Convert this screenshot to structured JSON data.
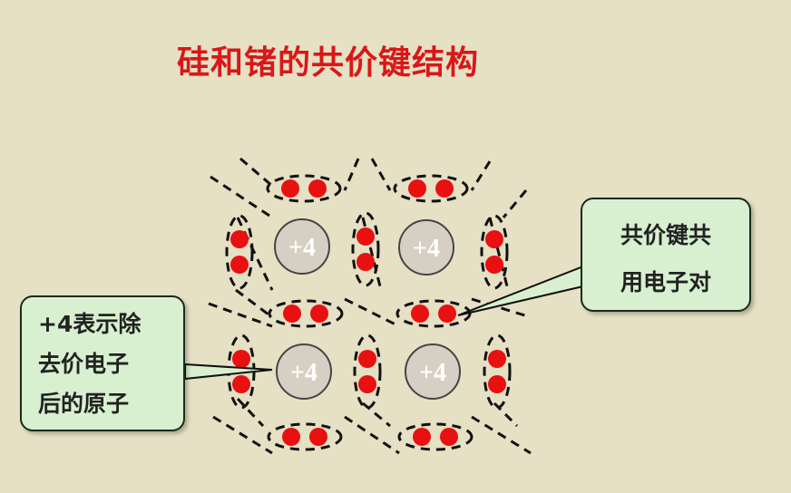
{
  "title": "硅和锗的共价键结构",
  "atom_label": "+4",
  "callouts": {
    "left": [
      "+4表示除",
      "去价电子",
      "后的原子"
    ],
    "right": [
      "共价键共",
      "用电子对"
    ]
  },
  "colors": {
    "background": "#e6e0c4",
    "title": "#d81818",
    "electron": "#e81010",
    "atom_fill": "#d6d0c4",
    "callout_fill": "#d8f0d0"
  }
}
